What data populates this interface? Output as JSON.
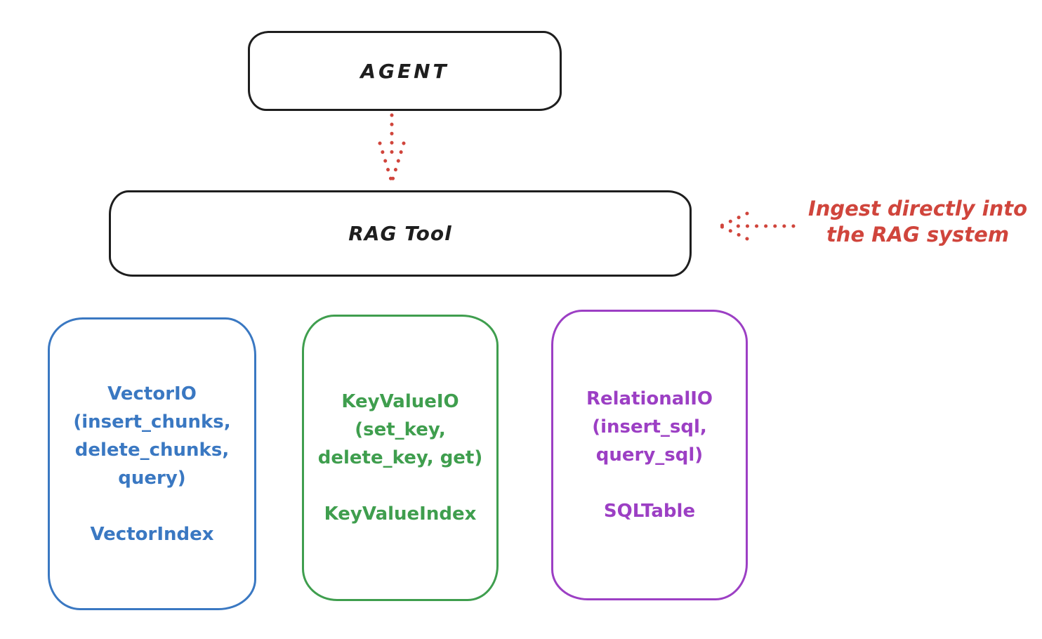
{
  "colors": {
    "ink": "#1e1e1e",
    "red": "#d0453c",
    "background": "#ffffff"
  },
  "diagram": {
    "agent": {
      "label": "AGENT"
    },
    "rag_tool": {
      "label": "RAG Tool"
    },
    "annotation": {
      "line1": "Ingest directly into",
      "line2": "the RAG system"
    },
    "arrows": [
      {
        "name": "agent-to-rag-tool",
        "style": "dotted",
        "color": "#d0453c",
        "direction": "down"
      },
      {
        "name": "annotation-to-rag-tool",
        "style": "dotted",
        "color": "#d0453c",
        "direction": "left"
      }
    ],
    "storage_boxes": [
      {
        "id": "vector-io",
        "color": "#3a78c2",
        "api_lines": [
          "VectorIO",
          "(insert_chunks,",
          "delete_chunks,",
          "query)"
        ],
        "index_label": "VectorIndex"
      },
      {
        "id": "keyvalue-io",
        "color": "#3f9e4e",
        "api_lines": [
          "KeyValueIO",
          "(set_key,",
          "delete_key, get)"
        ],
        "index_label": "KeyValueIndex"
      },
      {
        "id": "relational-io",
        "color": "#9c3fc4",
        "api_lines": [
          "RelationalIO",
          "(insert_sql,",
          "query_sql)"
        ],
        "index_label": "SQLTable"
      }
    ]
  }
}
